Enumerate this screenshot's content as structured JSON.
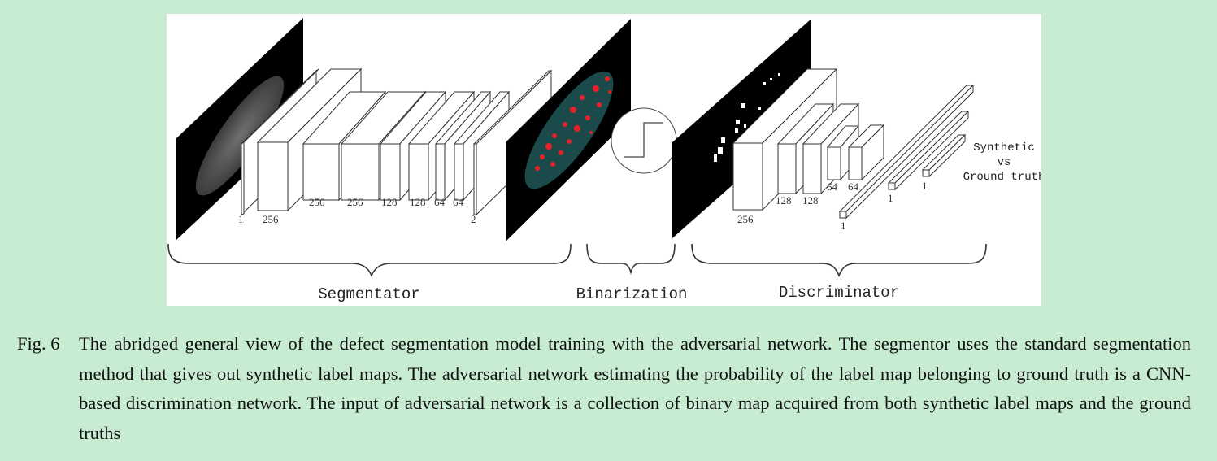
{
  "figure": {
    "sections": {
      "segmentator": "Segmentator",
      "binarization": "Binarization",
      "discriminator": "Discriminator"
    },
    "output_text": [
      "Synthetic",
      "vs",
      "Ground truth"
    ],
    "segmentator_labels": [
      "1",
      "256",
      "256",
      "256",
      "128",
      "128",
      "64",
      "64",
      "2"
    ],
    "discriminator_labels": [
      "256",
      "128",
      "128",
      "64",
      "64",
      "1",
      "1",
      "1"
    ],
    "colors": {
      "background": "#c8ecd1",
      "panel": "#ffffff",
      "defect_red": "#e8202a",
      "teal_map": "#1b4a4a"
    }
  },
  "caption": {
    "number": "Fig. 6",
    "text": "The abridged general view of the defect segmentation model training with the adversarial network. The segmentor uses the standard segmentation method that gives out synthetic label maps. The adversarial network estimating the probability of the label map belonging to ground truth is a CNN-based discrimination network. The input of adversarial network is a collection of binary map acquired from both synthetic label maps and the ground truths"
  }
}
